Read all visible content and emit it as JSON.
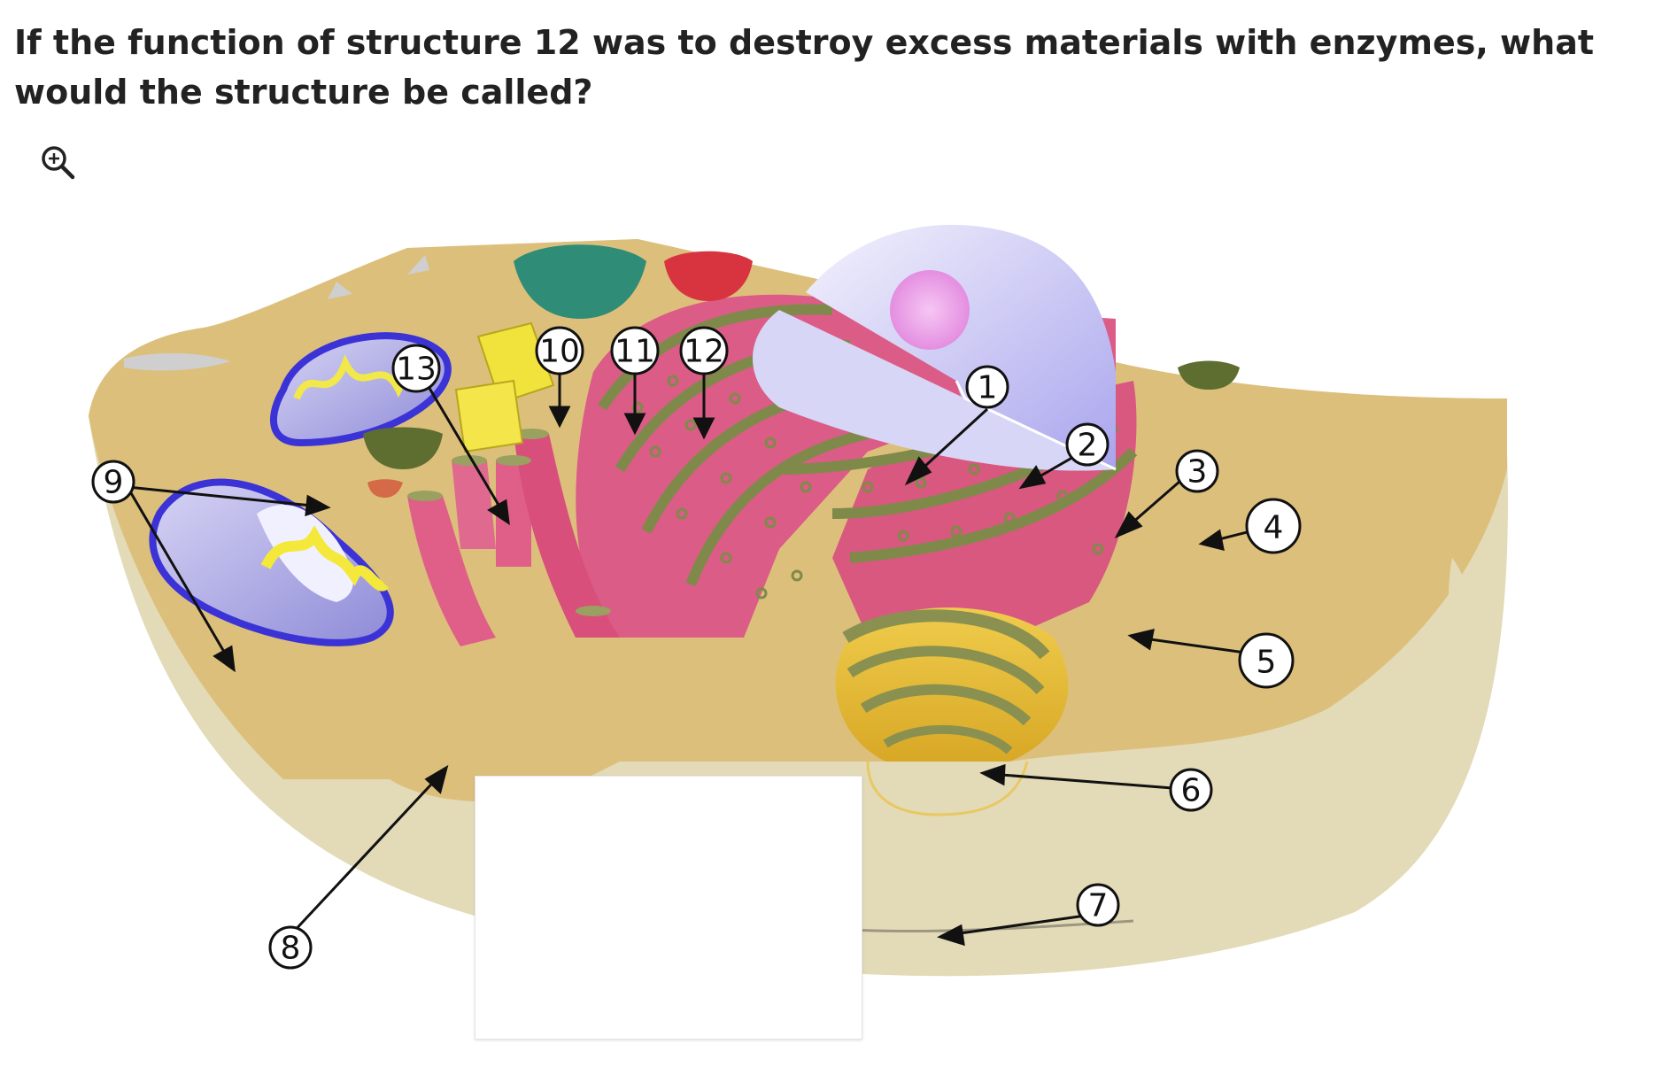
{
  "question": "If the function of structure 12 was to destroy excess materials with enzymes, what would the structure be called?",
  "icons": {
    "zoom": "zoom-in-icon"
  },
  "diagram": {
    "labels": [
      "1",
      "2",
      "3",
      "4",
      "5",
      "6",
      "7",
      "8",
      "9",
      "10",
      "11",
      "12",
      "13"
    ]
  },
  "answer_box": {
    "value": ""
  }
}
